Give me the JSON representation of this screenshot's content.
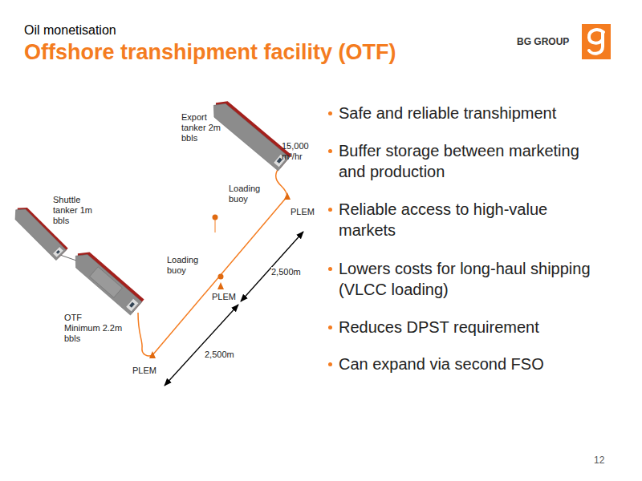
{
  "diagram": {
    "title": "Offshore transhipment facility (OTF)",
    "labels": [
      "Oil monetisation",
      "BG GROUP",
      "Export tanker 2m bbls",
      "15,000 m³/hr",
      "Loading buoy",
      "PLEM",
      "Shuttle tanker 1m bbls",
      "Loading buoy",
      "PLEM",
      "2,500m",
      "OTF",
      "Minimum 2.2m bbls",
      "2,500m",
      "PLEM",
      "Safe and reliable transhipment",
      "Buffer storage between marketing and production",
      "Reliable access to high-value markets",
      "Lowers costs for long-haul shipping (VLCC loading)",
      "Reduces DPST requirement",
      "Can expand via second FSO",
      "12"
    ]
  }
}
